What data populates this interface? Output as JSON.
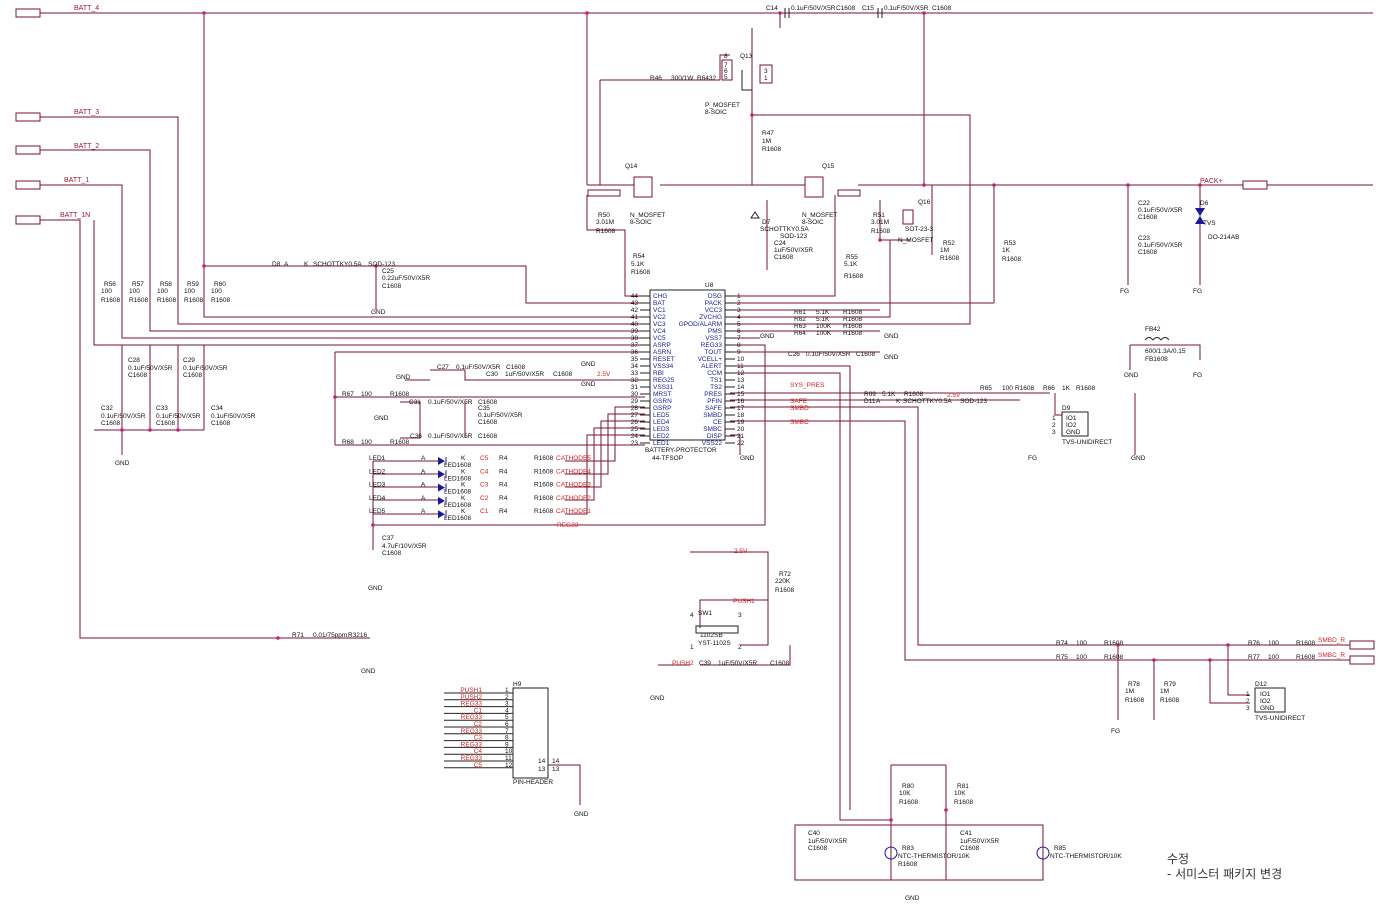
{
  "ports": {
    "batt4": "BATT_4",
    "batt3": "BATT_3",
    "batt2": "BATT_2",
    "batt1": "BATT_1",
    "batt1n": "BATT_1N",
    "pack_plus": "PACK+",
    "smbd_r": "SMBD_R",
    "smbc_r": "SMBC_R"
  },
  "ic": {
    "ref": "U8",
    "name": "BATTERY-PROTECTOR",
    "pkg": "44-TFSOP",
    "left_pins": [
      {
        "n": "44",
        "s": "CHG"
      },
      {
        "n": "43",
        "s": "BAT"
      },
      {
        "n": "42",
        "s": "VC1"
      },
      {
        "n": "41",
        "s": "VC2"
      },
      {
        "n": "40",
        "s": "VC3"
      },
      {
        "n": "39",
        "s": "VC4"
      },
      {
        "n": "38",
        "s": "VC5"
      },
      {
        "n": "37",
        "s": "ASRP"
      },
      {
        "n": "36",
        "s": "ASRN"
      },
      {
        "n": "35",
        "s": "RESET"
      },
      {
        "n": "34",
        "s": "VSS34"
      },
      {
        "n": "33",
        "s": "RBI"
      },
      {
        "n": "32",
        "s": "REG25"
      },
      {
        "n": "31",
        "s": "VSS31"
      },
      {
        "n": "30",
        "s": "MRST"
      },
      {
        "n": "29",
        "s": "GSRN"
      },
      {
        "n": "28",
        "s": "GSRP"
      },
      {
        "n": "27",
        "s": "LED5"
      },
      {
        "n": "26",
        "s": "LED4"
      },
      {
        "n": "25",
        "s": "LED3"
      },
      {
        "n": "24",
        "s": "LED2"
      },
      {
        "n": "23",
        "s": "LED1"
      }
    ],
    "right_pins": [
      {
        "n": "1",
        "s": "DSG"
      },
      {
        "n": "2",
        "s": "PACK"
      },
      {
        "n": "3",
        "s": "VCC3"
      },
      {
        "n": "4",
        "s": "ZVCHG"
      },
      {
        "n": "5",
        "s": "GPOD/ALARM"
      },
      {
        "n": "6",
        "s": "PMS"
      },
      {
        "n": "7",
        "s": "VSS7"
      },
      {
        "n": "8",
        "s": "REG33"
      },
      {
        "n": "9",
        "s": "TOUT"
      },
      {
        "n": "10",
        "s": "VCELL+"
      },
      {
        "n": "11",
        "s": "ALERT"
      },
      {
        "n": "12",
        "s": "CCM"
      },
      {
        "n": "13",
        "s": "TS1"
      },
      {
        "n": "14",
        "s": "TS2"
      },
      {
        "n": "15",
        "s": "PRES"
      },
      {
        "n": "16",
        "s": "PFIN"
      },
      {
        "n": "17",
        "s": "SAFE"
      },
      {
        "n": "18",
        "s": "SMBD"
      },
      {
        "n": "19",
        "s": "CE"
      },
      {
        "n": "20",
        "s": "SMBC"
      },
      {
        "n": "21",
        "s": "DISP"
      },
      {
        "n": "22",
        "s": "VSS22"
      }
    ]
  },
  "parts": {
    "c14": "C14",
    "c14v": "0.1uF/50V/X5R",
    "c14p": "C1608",
    "c15": "C15",
    "c15v": "0.1uF/50V/X5R",
    "c15p": "C1608",
    "q13": "Q13",
    "q13t": "P_MOSFET",
    "q13p": "8-SOIC",
    "r46": "R46",
    "r46v": "300/1W",
    "r46p": "R6432",
    "r47": "R47",
    "r47v": "1M",
    "r47p": "R1608",
    "q14": "Q14",
    "q14t": "N_MOSFET",
    "q14p": "8-SOIC",
    "q15": "Q15",
    "q15t": "N_MOSFET",
    "q15p": "8-SOIC",
    "q16": "Q16",
    "q16p": "SOT-23-3",
    "q16t": "N_MOSFET",
    "r50": "R50",
    "r50v": "3.01M",
    "r50p": "R1608",
    "r51": "R51",
    "r51v": "3.01M",
    "r51p": "R1608",
    "d7": "D7",
    "d7v": "SCHOTTKY0.5A",
    "d7p": "SOD-123",
    "c24": "C24",
    "c24v": "1uF/50V/X5R",
    "c24p": "C1608",
    "r52": "R52",
    "r52v": "1M",
    "r52p": "R1608",
    "r53": "R53",
    "r53v": "1K",
    "r53p": "R1608",
    "r54": "R54",
    "r54v": "5.1K",
    "r54p": "R1608",
    "r55": "R55",
    "r55v": "5.1K",
    "r55p": "R1608",
    "d8": "D8",
    "d8v": "SCHOTTKY0.5A",
    "d8p": "SOD-123",
    "c25": "C25",
    "c25v": "0.22uF/50V/X5R",
    "c25p": "C1608",
    "c22": "C22",
    "c22v": "0.1uF/50V/X5R",
    "c22p": "C1608",
    "c23": "C23",
    "c23v": "0.1uF/50V/X5R",
    "c23p": "C1608",
    "d6": "D6",
    "d6p": "DO-214AB",
    "tvs": "TVS",
    "fb42": "FB42",
    "fb42v": "600/1.3A/0.15",
    "fb42p": "FB1608",
    "r56": "R56",
    "r57": "R57",
    "r58": "R58",
    "r59": "R59",
    "r60": "R60",
    "v100": "100",
    "r1608": "R1608",
    "c1608": "C1608",
    "c28": "C28",
    "c29": "C29",
    "c32": "C32",
    "c33": "C33",
    "c34": "C34",
    "c01": "0.1uF/50V/X5R",
    "c27": "C27",
    "c30": "C30",
    "c31": "C31",
    "c35": "C35",
    "c36": "C36",
    "c37": "C37",
    "c30v": "1uF/50V/X5R",
    "c37v": "4.7uF/10V/X5R",
    "r67": "R67",
    "r68": "R68",
    "r71": "R71",
    "r71v": "0.01/75ppm",
    "r71p": "R3216",
    "c26": "C26",
    "c38": "C38",
    "c39": "C39",
    "c40": "C40",
    "c41": "C41",
    "c1u": "1uF/50V/X5R",
    "r61": "R61",
    "r62": "R62",
    "r63": "R63",
    "r64": "R64",
    "r61v": "5.1K",
    "r63v": "100K",
    "r69": "R69",
    "r69v": "5.1K",
    "d11": "D11",
    "d11v": "SCHOTTKY0.5A",
    "d11p": "SOD-123",
    "r65": "R65",
    "r66": "R66",
    "r66v": "1K",
    "d9": "D9",
    "d12": "D12",
    "tvsu": "TVS-UNIDIRECT",
    "io1": "IO1",
    "io2": "IO2",
    "gndpin": "GND",
    "r72": "R72",
    "r72v": "220K",
    "sw1": "SW1",
    "sw1p": "YST-1102S",
    "sw1v": "1102SB",
    "r74": "R74",
    "r75": "R75",
    "r76": "R76",
    "r77": "R77",
    "r78": "R78",
    "r79": "R79",
    "v1m": "1M",
    "r80": "R80",
    "r81": "R81",
    "v10k": "10K",
    "r83": "R83",
    "r85": "R85",
    "ntc": "NTC-THERMISTOR/10K",
    "h9": "H9",
    "h9p": "PIN-HEADER",
    "led1": "LED1",
    "led2": "LED2",
    "led3": "LED3",
    "led4": "LED4",
    "led5": "LED5",
    "ledp": "LED1608",
    "r4x": "R4",
    "gnd": "GND",
    "fg": "FG",
    "a": "A",
    "k": "K"
  },
  "nets": {
    "cathode1": "CATHODE1",
    "cathode2": "CATHODE2",
    "cathode3": "CATHODE3",
    "cathode4": "CATHODE4",
    "cathode5": "CATHODE5",
    "reg33": "REG33",
    "v25": "2.5V",
    "push1": "PUSH1",
    "push2": "PUSH2",
    "sys_pres": "SYS_PRES",
    "safe": "SAFE",
    "smbd": "SMBD",
    "smbc": "SMBC",
    "c1": "C1",
    "c2": "C2",
    "c3": "C3",
    "c4": "C4",
    "c5": "C5"
  },
  "header": {
    "labels": [
      "PUSH1",
      "PUSH2",
      "REG33",
      "C1",
      "REG33",
      "C2",
      "REG33",
      "C3",
      "REG33",
      "C4",
      "REG33",
      "C5"
    ],
    "pins": [
      "1",
      "2",
      "3",
      "4",
      "5",
      "6",
      "7",
      "8",
      "9",
      "10",
      "11",
      "12",
      "13",
      "14"
    ]
  },
  "note": {
    "line1": "수정",
    "line2": "- 서미스터 패키지 변경"
  }
}
